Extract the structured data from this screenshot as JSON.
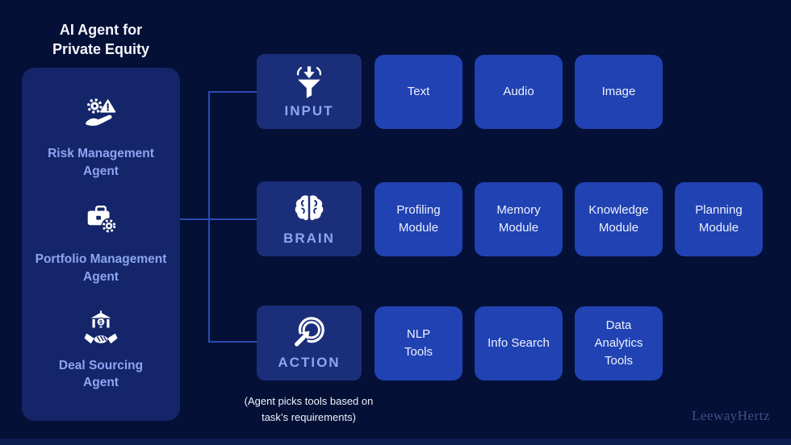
{
  "page": {
    "title": "AI Agent for\nPrivate Equity",
    "note": "(Agent picks tools based on\ntask’s requirements)",
    "watermark": "LeewayHertz"
  },
  "colors": {
    "background": "#041036",
    "panel": "#142569",
    "stage_block": "#1b2e79",
    "item_box": "#2042b2",
    "accent_text": "#8da5f1",
    "connector": "#2c4ab2",
    "watermark_text": "#414f82"
  },
  "sidebar": {
    "agents": [
      {
        "icon": "risk-management-icon",
        "label": "Risk Management\nAgent"
      },
      {
        "icon": "portfolio-management-icon",
        "label": "Portfolio Management\nAgent"
      },
      {
        "icon": "deal-sourcing-icon",
        "label": "Deal Sourcing\nAgent"
      }
    ]
  },
  "pipeline": {
    "rows": [
      {
        "stage": {
          "icon": "funnel-arrow-icon",
          "label": "INPUT"
        },
        "items": [
          {
            "label": "Text"
          },
          {
            "label": "Audio"
          },
          {
            "label": "Image"
          }
        ]
      },
      {
        "stage": {
          "icon": "brain-icon",
          "label": "BRAIN"
        },
        "items": [
          {
            "label": "Profiling\nModule"
          },
          {
            "label": "Memory\nModule"
          },
          {
            "label": "Knowledge\nModule"
          },
          {
            "label": "Planning\nModule"
          }
        ]
      },
      {
        "stage": {
          "icon": "cursor-click-icon",
          "label": "ACTION"
        },
        "items": [
          {
            "label": "NLP\nTools"
          },
          {
            "label": "Info Search"
          },
          {
            "label": "Data\nAnalytics\nTools"
          }
        ]
      }
    ]
  }
}
